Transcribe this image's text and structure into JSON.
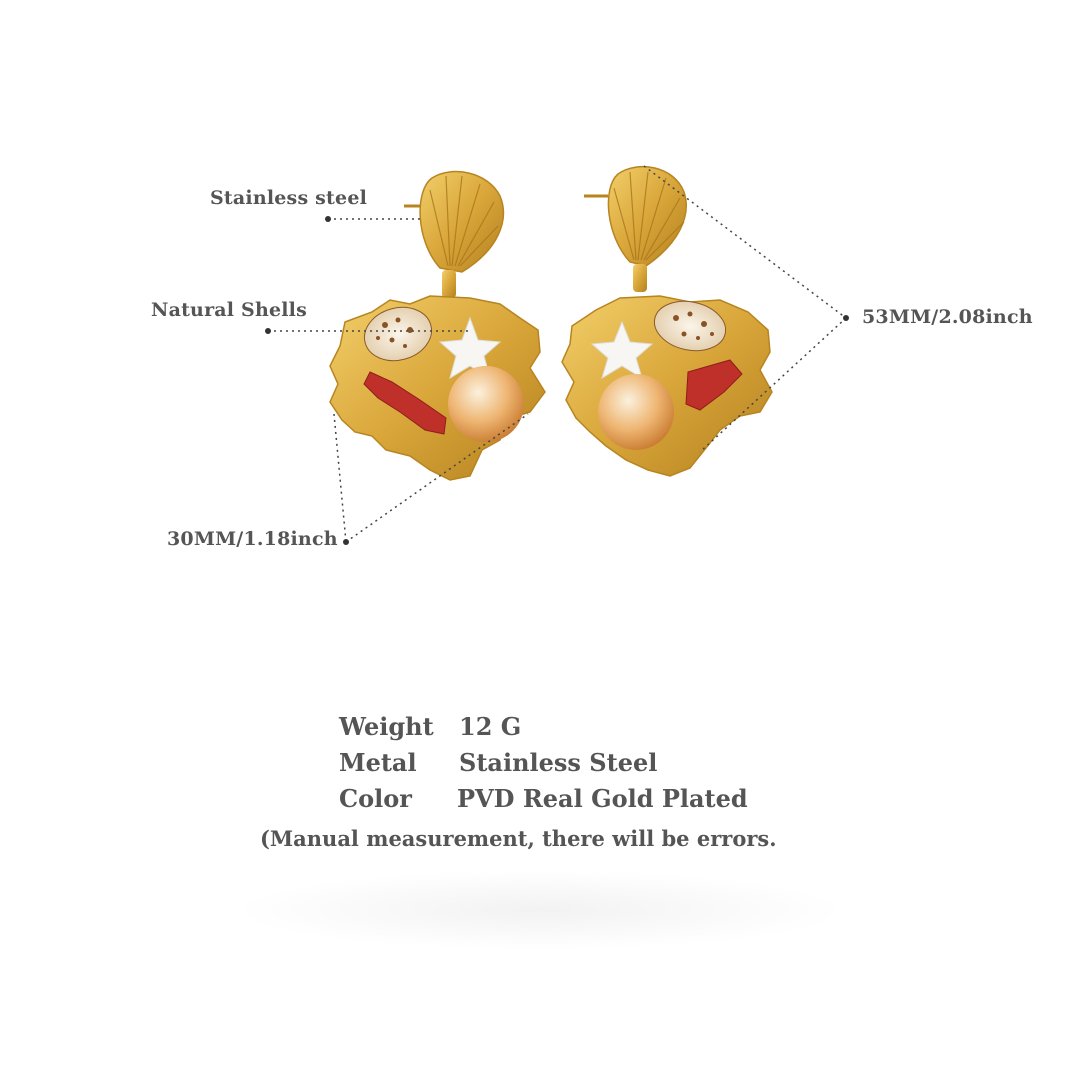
{
  "labels": {
    "stainless_steel": "Stainless steel",
    "natural_shells": "Natural Shells",
    "height": "53MM/2.08inch",
    "width": "30MM/1.18inch"
  },
  "specs": [
    {
      "key": "Weight",
      "value": "12 G"
    },
    {
      "key": "Metal",
      "value": "Stainless Steel"
    },
    {
      "key": "Color",
      "value": "PVD Real Gold Plated"
    }
  ],
  "note": "(Manual measurement, there will be errors.",
  "colors": {
    "gold": "#d9a63a",
    "gold_dark": "#b88420",
    "coral_red": "#c0302a",
    "shell_white": "#f6f2ea",
    "shell_orange": "#e7a257",
    "text": "#555555"
  }
}
